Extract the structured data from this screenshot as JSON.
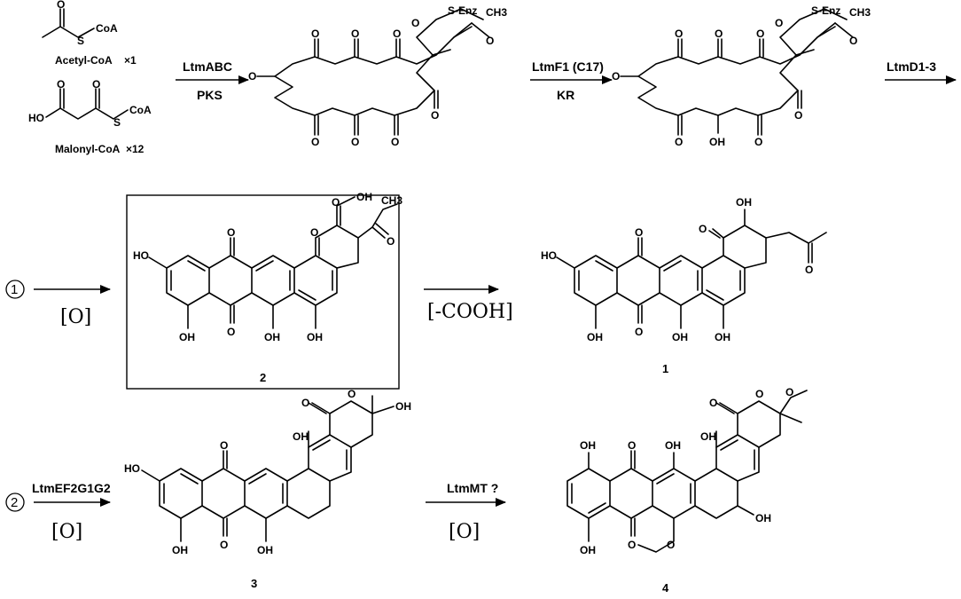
{
  "figure": {
    "starters": {
      "acetyl": {
        "atom_s": "S",
        "atom_coa": "CoA",
        "name": "Acetyl-CoA",
        "count": "×1"
      },
      "malonyl": {
        "atom_ho": "HO",
        "atom_s": "S",
        "atom_coa": "CoA",
        "name": "Malonyl-CoA",
        "count": "×12"
      }
    },
    "steps": [
      {
        "enzyme": "LtmABC",
        "condition": "PKS"
      },
      {
        "enzyme": "LtmF1 (C17)",
        "condition": "KR"
      },
      {
        "enzyme": "LtmD1-3",
        "condition": ""
      },
      {
        "enzyme": "",
        "condition": "[O]"
      },
      {
        "enzyme": "",
        "condition": "[-COOH]"
      },
      {
        "enzyme": "LtmEF2G1G2",
        "condition": "[O]"
      },
      {
        "enzyme": "LtmMT ?",
        "condition": "[O]"
      }
    ],
    "chain_labels": {
      "s_enz": "S-Enz",
      "ch3": "CH3",
      "oh": "OH",
      "o": "O"
    },
    "circled": [
      "1",
      "2"
    ],
    "compounds": [
      {
        "id": "cmpd-2",
        "number": "2",
        "boxed": true
      },
      {
        "id": "cmpd-1",
        "number": "1",
        "boxed": false
      },
      {
        "id": "cmpd-3",
        "number": "3",
        "boxed": false
      },
      {
        "id": "cmpd-4",
        "number": "4",
        "boxed": false
      }
    ],
    "atoms": {
      "oh": "OH",
      "ho": "HO",
      "o": "O",
      "ch3": "CH3"
    }
  }
}
